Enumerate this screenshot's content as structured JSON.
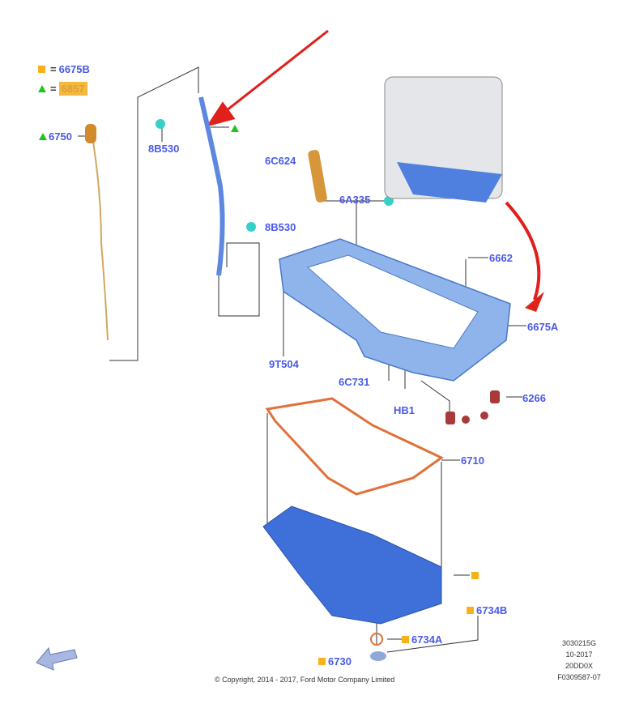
{
  "legend": [
    {
      "symbol": "square",
      "color": "#f6b21a",
      "equals": "=",
      "part": "6675B"
    },
    {
      "symbol": "triangle",
      "color": "#1fc41f",
      "equals": "=",
      "part": "6857"
    }
  ],
  "parts": {
    "p6750": "6750",
    "p8B530a": "8B530",
    "p8B530b": "8B530",
    "p6C624": "6C624",
    "p6A335": "6A335",
    "p6662": "6662",
    "p6675A": "6675A",
    "p9T504": "9T504",
    "p6C731": "6C731",
    "pHB1": "HB1",
    "p6266": "6266",
    "p6710": "6710",
    "p6734B": "6734B",
    "p6734A": "6734A",
    "p6730": "6730"
  },
  "meta": [
    "3030215G",
    "10-2017",
    "20DD0X",
    "F0309587-07"
  ],
  "copyright": "© Copyright, 2014 - 2017, Ford Motor Company Limited",
  "colors": {
    "label": "#4a5ae8",
    "arrow": "#e0201a",
    "pan": "#3f6fd8",
    "gasket": "#e2703a"
  }
}
